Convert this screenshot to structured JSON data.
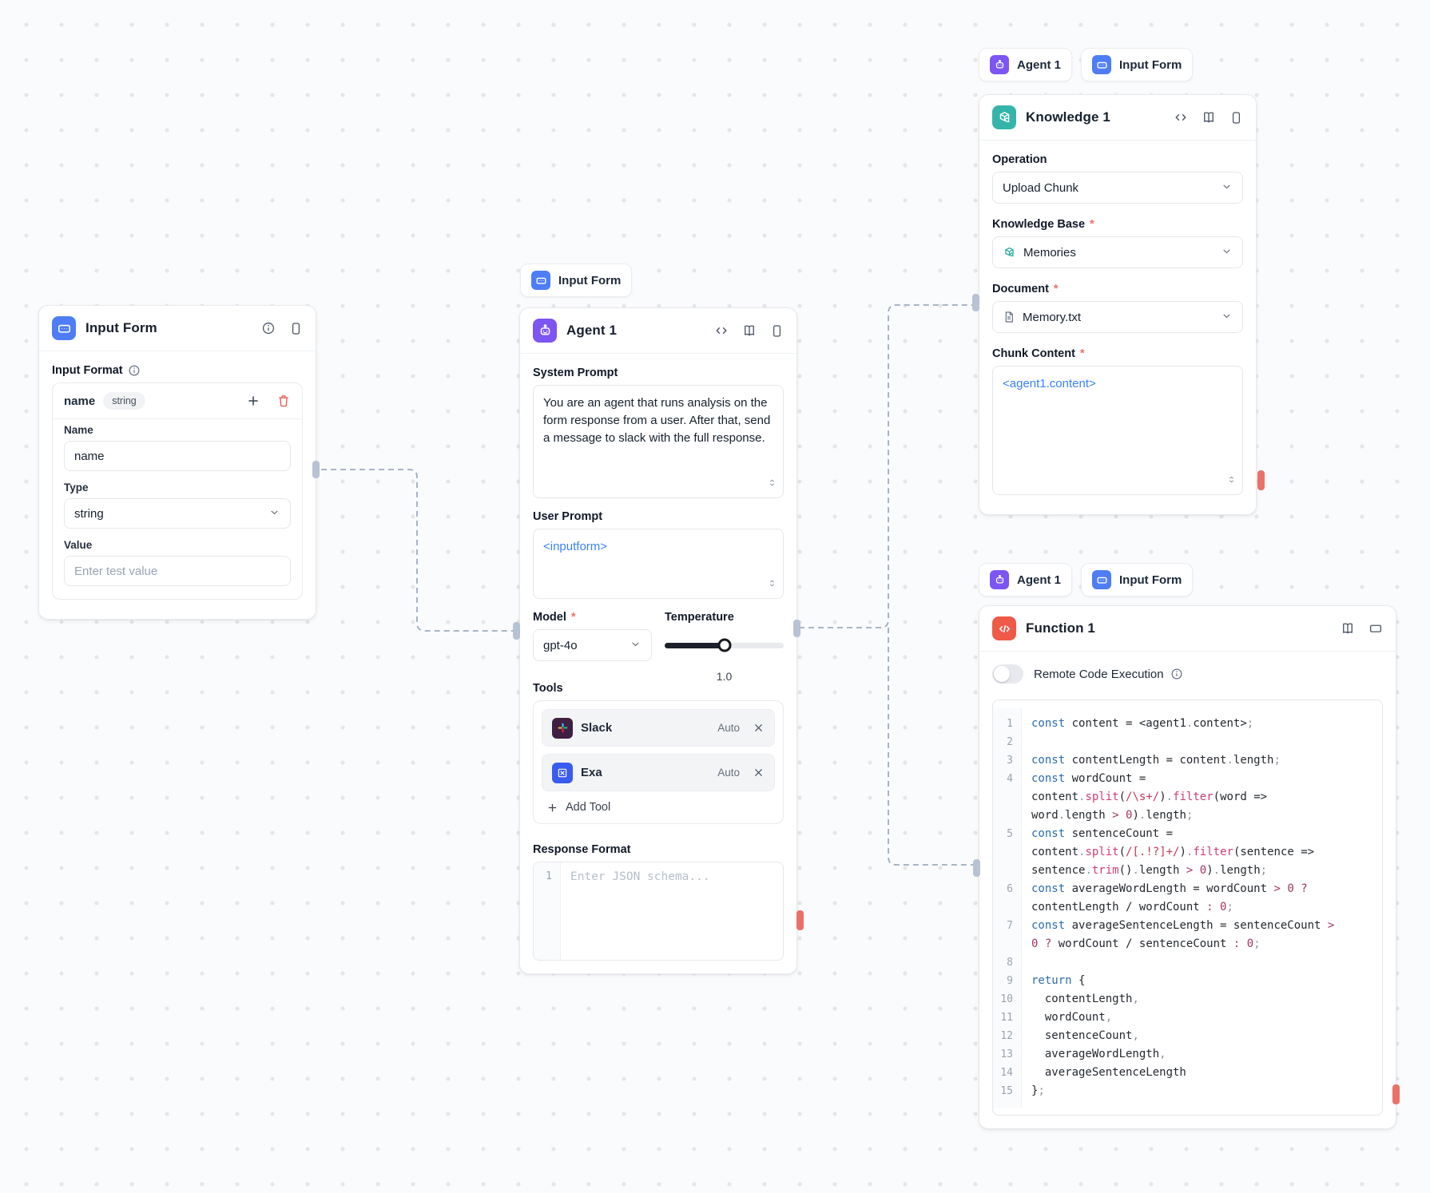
{
  "colors": {
    "input_form_accent": "#4e7df7",
    "agent_accent": "#7c55f2",
    "knowledge_accent": "#35b5aa",
    "function_accent": "#ee5a47",
    "edge": "#9cadc0",
    "port_connected": "#b7c3d3",
    "port_unconnected": "#ea7168",
    "template_ref_blue": "#3b82f6",
    "slack_tile": "#3f1f42",
    "exa_tile": "#3a5bf0"
  },
  "chips": {
    "above_agent": [
      {
        "label": "Input Form"
      }
    ],
    "above_knowledge": [
      {
        "label": "Agent 1"
      },
      {
        "label": "Input Form"
      }
    ],
    "above_function": [
      {
        "label": "Agent 1"
      },
      {
        "label": "Input Form"
      }
    ]
  },
  "input_form_node": {
    "title": "Input Form",
    "input_format_label": "Input Format",
    "field_row": {
      "name": "name",
      "type_badge": "string"
    },
    "name_label": "Name",
    "name_value": "name",
    "type_label": "Type",
    "type_value": "string",
    "value_label": "Value",
    "value_placeholder": "Enter test value"
  },
  "agent_node": {
    "title": "Agent 1",
    "system_prompt_label": "System Prompt",
    "system_prompt": "You are an agent that runs analysis on the form response from a user. After that, send a message to slack with the full response.",
    "user_prompt_label": "User Prompt",
    "user_prompt": "<inputform>",
    "model_label": "Model",
    "model_value": "gpt-4o",
    "temperature_label": "Temperature",
    "temperature_value": "1.0",
    "tools_label": "Tools",
    "tools": [
      {
        "name": "Slack",
        "mode": "Auto"
      },
      {
        "name": "Exa",
        "mode": "Auto"
      }
    ],
    "add_tool_label": "Add Tool",
    "response_format_label": "Response Format",
    "response_gutter": "1",
    "response_placeholder": "Enter JSON schema..."
  },
  "knowledge_node": {
    "title": "Knowledge 1",
    "operation_label": "Operation",
    "operation_value": "Upload Chunk",
    "knowledge_base_label": "Knowledge Base",
    "knowledge_base_value": "Memories",
    "document_label": "Document",
    "document_value": "Memory.txt",
    "chunk_label": "Chunk Content",
    "chunk_value": "<agent1.content>"
  },
  "function_node": {
    "title": "Function 1",
    "toggle_label": "Remote Code Execution",
    "code": {
      "lines": [
        {
          "n": "1",
          "seg": [
            [
              "k",
              "const"
            ],
            [
              "p",
              " content = <agent1"
            ],
            [
              "d",
              "."
            ],
            [
              "p",
              "content>"
            ],
            [
              "d",
              ";"
            ]
          ]
        },
        {
          "n": "2",
          "seg": []
        },
        {
          "n": "3",
          "seg": [
            [
              "k",
              "const"
            ],
            [
              "p",
              " contentLength = content"
            ],
            [
              "d",
              "."
            ],
            [
              "p",
              "length"
            ],
            [
              "d",
              ";"
            ]
          ]
        },
        {
          "n": "4",
          "seg": [
            [
              "k",
              "const"
            ],
            [
              "p",
              " wordCount ="
            ]
          ]
        },
        {
          "n": "",
          "seg": [
            [
              "p",
              "content"
            ],
            [
              "d",
              "."
            ],
            [
              "f",
              "split"
            ],
            [
              "p",
              "("
            ],
            [
              "r",
              "/\\s+/"
            ],
            [
              "p",
              ")"
            ],
            [
              "d",
              "."
            ],
            [
              "f",
              "filter"
            ],
            [
              "p",
              "(word =>"
            ]
          ]
        },
        {
          "n": "",
          "seg": [
            [
              "p",
              "word"
            ],
            [
              "d",
              "."
            ],
            [
              "p",
              "length "
            ],
            [
              "o",
              ">"
            ],
            [
              "p",
              " "
            ],
            [
              "o",
              "0"
            ],
            [
              "p",
              ")"
            ],
            [
              "d",
              "."
            ],
            [
              "p",
              "length"
            ],
            [
              "d",
              ";"
            ]
          ]
        },
        {
          "n": "5",
          "seg": [
            [
              "k",
              "const"
            ],
            [
              "p",
              " sentenceCount ="
            ]
          ]
        },
        {
          "n": "",
          "seg": [
            [
              "p",
              "content"
            ],
            [
              "d",
              "."
            ],
            [
              "f",
              "split"
            ],
            [
              "p",
              "("
            ],
            [
              "r",
              "/[.!?]+/"
            ],
            [
              "p",
              ")"
            ],
            [
              "d",
              "."
            ],
            [
              "f",
              "filter"
            ],
            [
              "p",
              "(sentence =>"
            ]
          ]
        },
        {
          "n": "",
          "seg": [
            [
              "p",
              "sentence"
            ],
            [
              "d",
              "."
            ],
            [
              "f",
              "trim"
            ],
            [
              "p",
              "()"
            ],
            [
              "d",
              "."
            ],
            [
              "p",
              "length "
            ],
            [
              "o",
              ">"
            ],
            [
              "p",
              " "
            ],
            [
              "o",
              "0"
            ],
            [
              "p",
              ")"
            ],
            [
              "d",
              "."
            ],
            [
              "p",
              "length"
            ],
            [
              "d",
              ";"
            ]
          ]
        },
        {
          "n": "6",
          "seg": [
            [
              "k",
              "const"
            ],
            [
              "p",
              " averageWordLength = wordCount "
            ],
            [
              "o",
              ">"
            ],
            [
              "p",
              " "
            ],
            [
              "o",
              "0"
            ],
            [
              "p",
              " "
            ],
            [
              "o",
              "?"
            ]
          ]
        },
        {
          "n": "",
          "seg": [
            [
              "p",
              "contentLength / wordCount "
            ],
            [
              "o",
              ":"
            ],
            [
              "p",
              " "
            ],
            [
              "o",
              "0"
            ],
            [
              "d",
              ";"
            ]
          ]
        },
        {
          "n": "7",
          "seg": [
            [
              "k",
              "const"
            ],
            [
              "p",
              " averageSentenceLength = sentenceCount "
            ],
            [
              "o",
              ">"
            ]
          ]
        },
        {
          "n": "",
          "seg": [
            [
              "o",
              "0"
            ],
            [
              "p",
              " "
            ],
            [
              "o",
              "?"
            ],
            [
              "p",
              " wordCount / sentenceCount "
            ],
            [
              "o",
              ":"
            ],
            [
              "p",
              " "
            ],
            [
              "o",
              "0"
            ],
            [
              "d",
              ";"
            ]
          ]
        },
        {
          "n": "8",
          "seg": []
        },
        {
          "n": "9",
          "seg": [
            [
              "k",
              "return"
            ],
            [
              "p",
              " {"
            ]
          ]
        },
        {
          "n": "10",
          "seg": [
            [
              "p",
              "  contentLength"
            ],
            [
              "d",
              ","
            ]
          ]
        },
        {
          "n": "11",
          "seg": [
            [
              "p",
              "  wordCount"
            ],
            [
              "d",
              ","
            ]
          ]
        },
        {
          "n": "12",
          "seg": [
            [
              "p",
              "  sentenceCount"
            ],
            [
              "d",
              ","
            ]
          ]
        },
        {
          "n": "13",
          "seg": [
            [
              "p",
              "  averageWordLength"
            ],
            [
              "d",
              ","
            ]
          ]
        },
        {
          "n": "14",
          "seg": [
            [
              "p",
              "  averageSentenceLength"
            ]
          ]
        },
        {
          "n": "15",
          "seg": [
            [
              "p",
              "}"
            ],
            [
              "d",
              ";"
            ]
          ]
        }
      ]
    }
  }
}
